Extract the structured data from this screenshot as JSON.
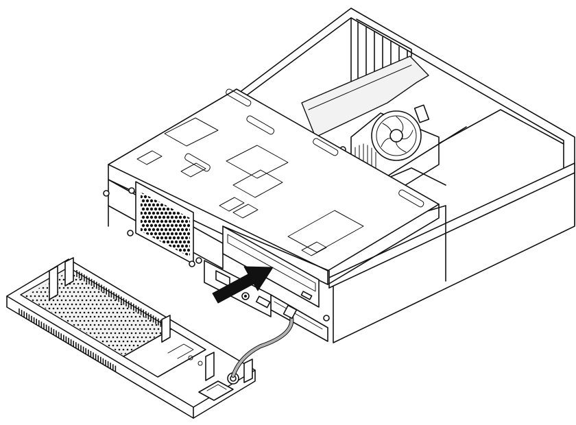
{
  "figure": {
    "kind": "technical line illustration",
    "components": [
      "computer-chassis",
      "drive-bay-bracket",
      "system-fan",
      "cpu-heatsink-fan",
      "optical-drive",
      "front-bezel",
      "front-audio-usb-cable"
    ],
    "action_arrow": {
      "direction": "into-chassis",
      "color": "#111111"
    },
    "colors": {
      "line": "#111111",
      "background": "#ffffff",
      "cable": "#b3b3b3"
    },
    "icons": [
      "arrow-icon"
    ]
  }
}
